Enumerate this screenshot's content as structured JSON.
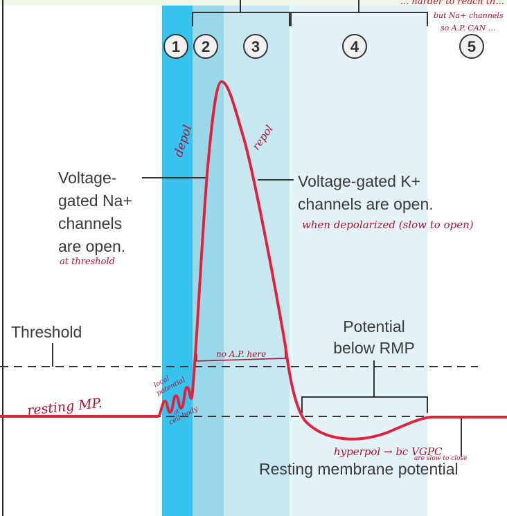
{
  "phases": [
    {
      "number": "1",
      "band_color": "#37c3f0"
    },
    {
      "number": "2",
      "band_color": "#9ad7e8"
    },
    {
      "number": "3",
      "band_color": "#c7e8f0"
    },
    {
      "number": "4",
      "band_color": "#e4f3f7"
    },
    {
      "number": "5",
      "band_color": "#ffffff"
    }
  ],
  "labels": {
    "na_channels": [
      "Voltage-",
      "gated Na+",
      "channels",
      "are open."
    ],
    "k_channels": [
      "Voltage-gated K+",
      "channels are open."
    ],
    "threshold": "Threshold",
    "below_rmp": [
      "Potential",
      "below RMP"
    ],
    "resting": "Resting membrane potential"
  },
  "annotations": {
    "top_note": [
      "... harder to reach th...",
      "but Na+ channels",
      "so A.P. CAN ..."
    ],
    "depol": "depol",
    "repol": "repol",
    "at_threshold": "at threshold",
    "when_depolarized": "when depolarized (slow to open)",
    "no_ap_here": "no A.P. here",
    "local_potential": [
      "local",
      "potential",
      "at",
      "cell body"
    ],
    "resting_mp": "resting MP.",
    "hyperpol": "hyperpol → bc VGPC",
    "slow_to_close": "are slow to close"
  },
  "colors": {
    "curve": "#e0223e",
    "ink": "#b01030",
    "line": "#333333",
    "phase_fill": "#f0f0f0"
  }
}
